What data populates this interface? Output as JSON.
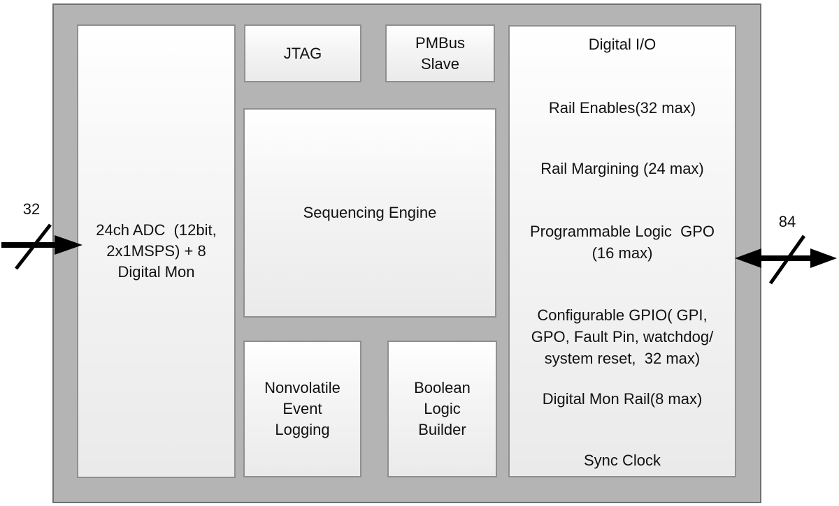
{
  "blocks": {
    "adc": "24ch ADC  (12bit,\n2x1MSPS) + 8\nDigital Mon",
    "jtag": "JTAG",
    "pmbus": "PMBus\nSlave",
    "sequencing": "Sequencing Engine",
    "nonvolatile": "Nonvolatile\nEvent\nLogging",
    "boolean": "Boolean\nLogic\nBuilder",
    "digital_io": {
      "title": "Digital I/O",
      "items": [
        "Rail Enables(32 max)",
        "Rail Margining (24 max)",
        "Programmable Logic  GPO\n(16 max)",
        "Configurable GPIO( GPI,\nGPO, Fault Pin, watchdog/\nsystem reset,  32 max)",
        "Digital Mon Rail(8 max)",
        "Sync Clock"
      ]
    }
  },
  "buses": {
    "left": {
      "label": "32",
      "direction": "input"
    },
    "right": {
      "label": "84",
      "direction": "bidirectional"
    }
  },
  "colors": {
    "container_fill": "#b4b4b4",
    "container_border": "#6f6f6f",
    "block_border": "#8f8f8f",
    "block_fill_top": "#ffffff",
    "block_fill_bottom": "#eaeaea",
    "arrow": "#000000",
    "text": "#111111"
  }
}
